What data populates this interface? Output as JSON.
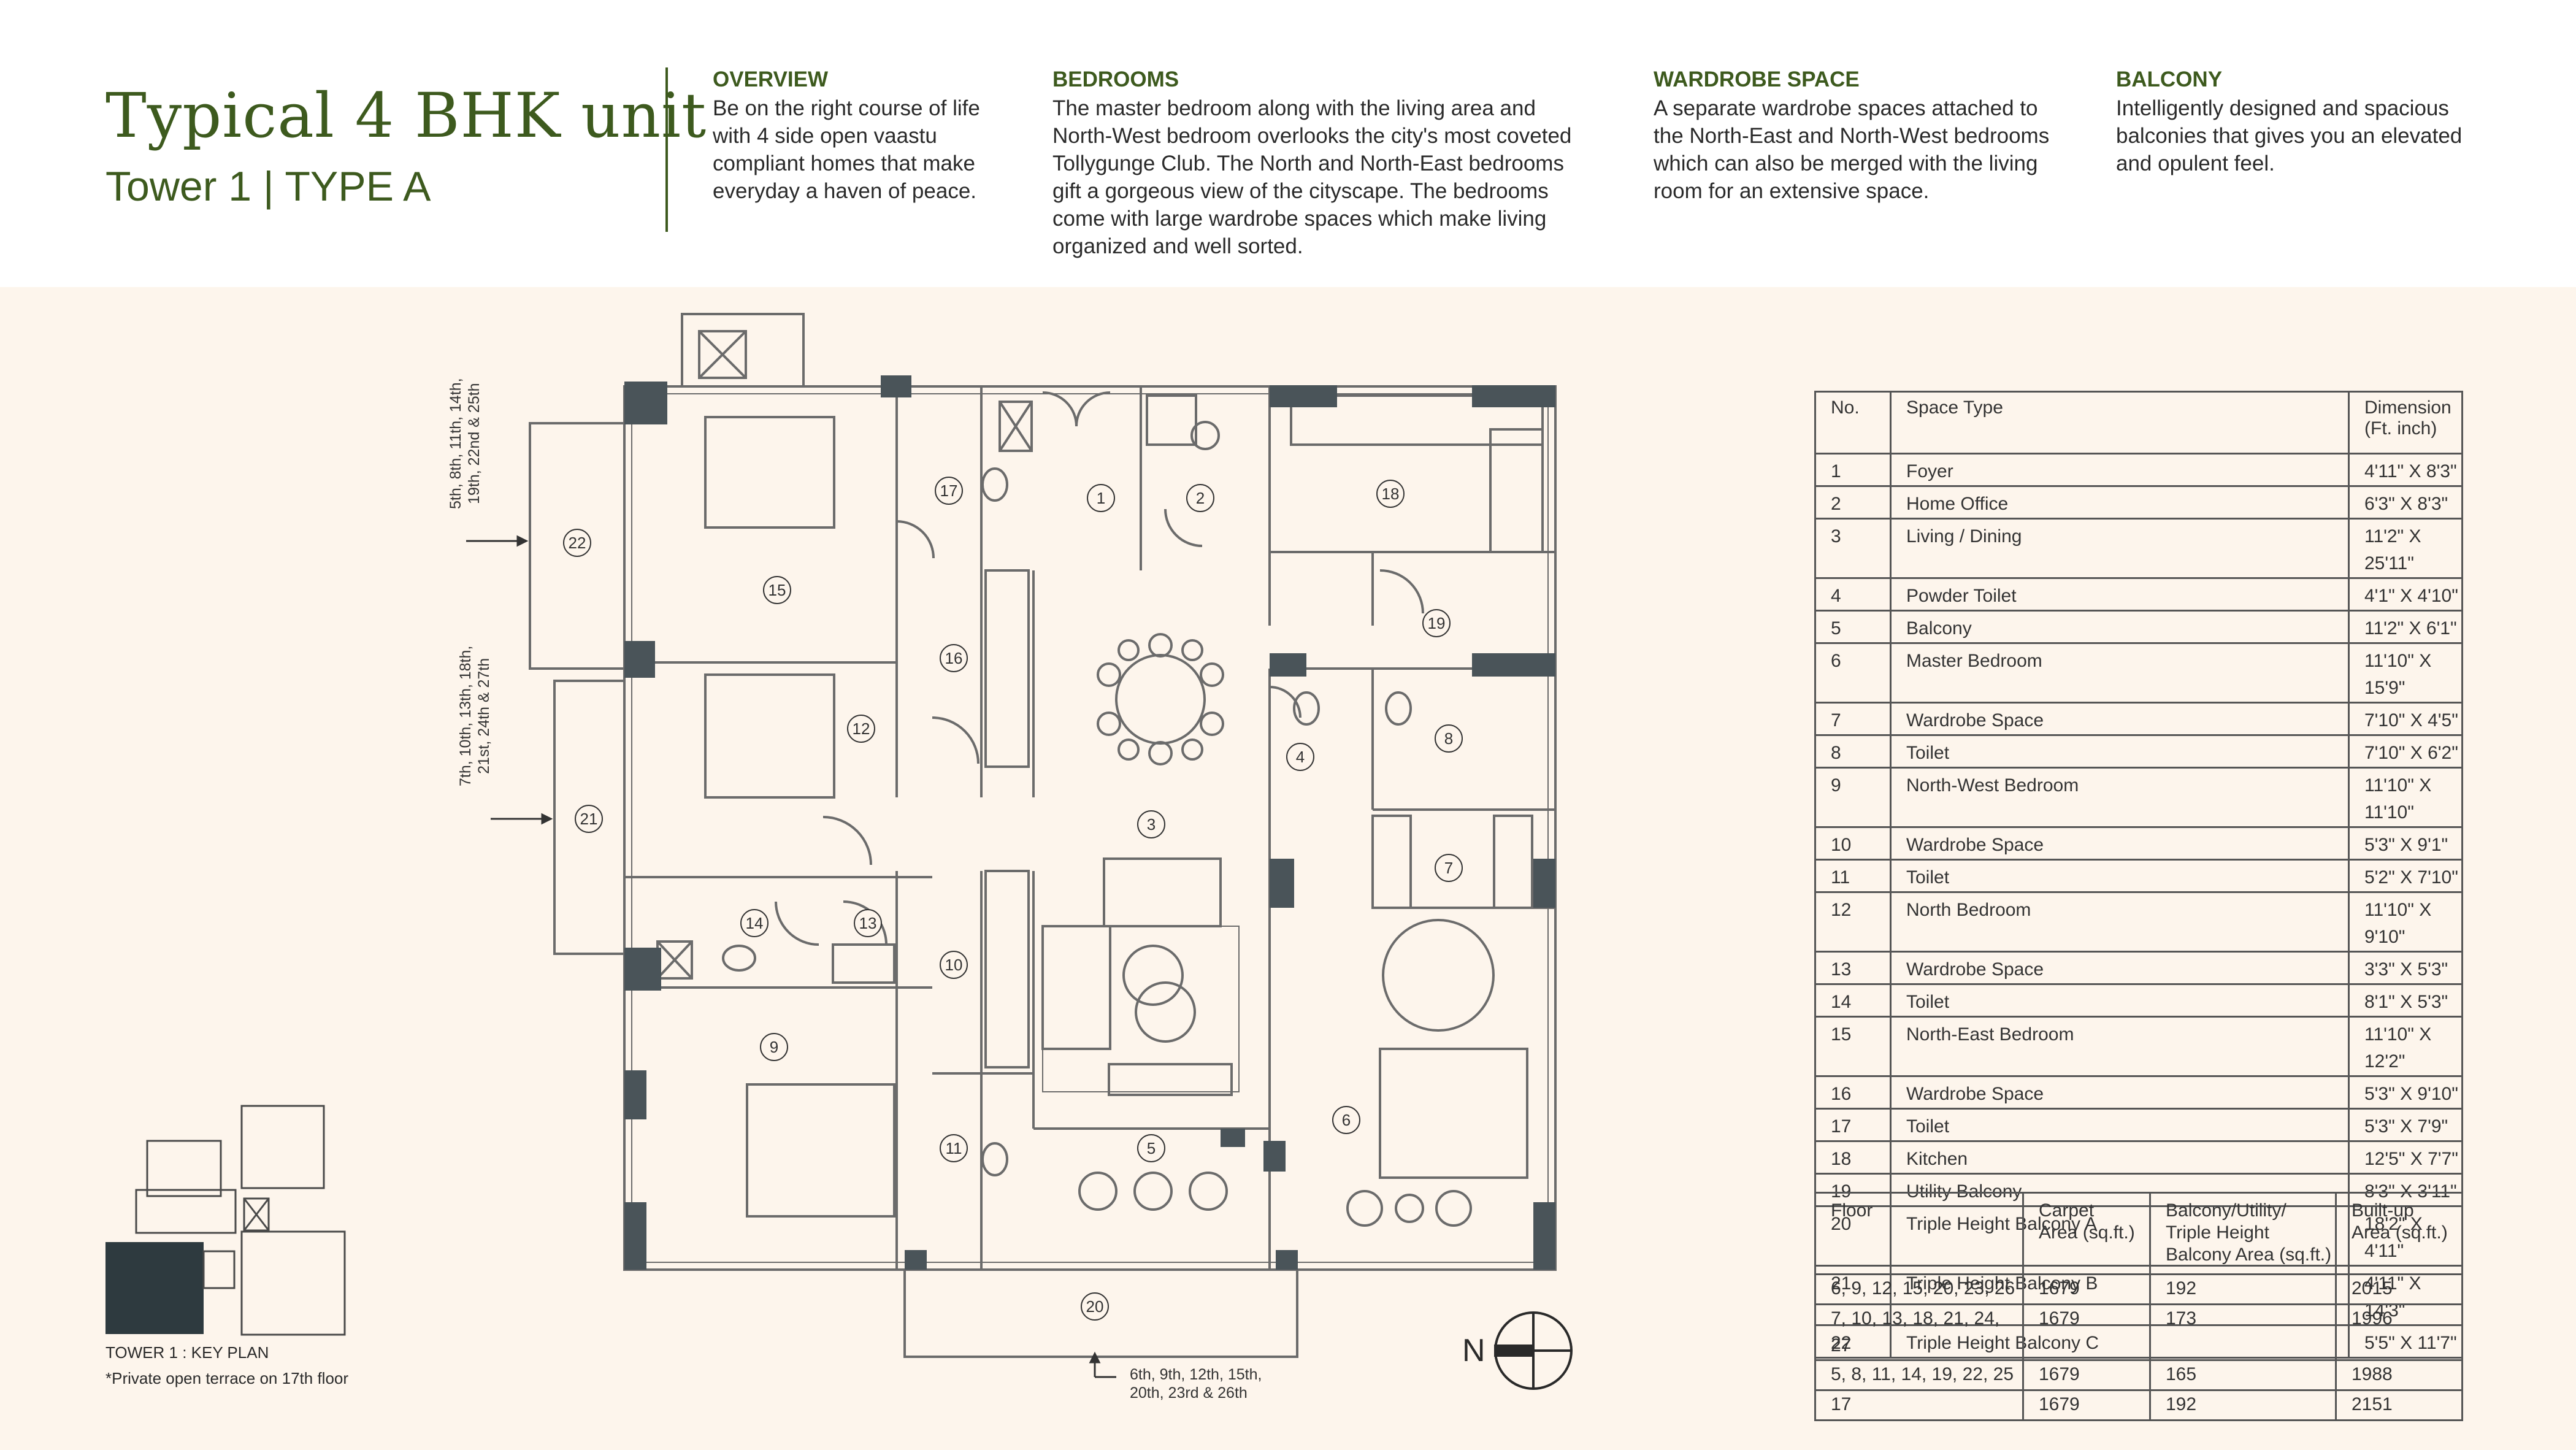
{
  "header": {
    "title": "Typical 4 BHK unit",
    "subtitle": "Tower 1 | TYPE A",
    "sections": [
      {
        "heading": "OVERVIEW",
        "lines": [
          "Be on the right course of life",
          "with 4 side open vaastu",
          "compliant homes that make",
          "everyday a haven of peace."
        ]
      },
      {
        "heading": "BEDROOMS",
        "lines": [
          "The master bedroom along with the living area and",
          "North-West bedroom overlooks the city's most coveted",
          "Tollygunge Club. The North and North-East bedrooms",
          "gift a gorgeous view of the cityscape. The bedrooms",
          "come with large wardrobe spaces which make living",
          "organized and well sorted."
        ]
      },
      {
        "heading": "WARDROBE SPACE",
        "lines": [
          "A separate wardrobe spaces attached to",
          "the North-East and North-West bedrooms",
          "which can also be merged with the living",
          "room for an extensive space."
        ]
      },
      {
        "heading": "BALCONY",
        "lines": [
          "Intelligently designed and spacious",
          "balconies that gives you an elevated",
          "and opulent feel."
        ]
      }
    ]
  },
  "plan": {
    "floor_note_22": [
      "5th, 8th, 11th, 14th,",
      "19th, 22nd & 25th"
    ],
    "floor_note_21": [
      "7th, 10th, 13th, 18th,",
      "21st, 24th & 27th"
    ],
    "floor_note_20": [
      "6th, 9th, 12th, 15th,",
      "20th, 23rd & 26th"
    ],
    "room_numbers": [
      "1",
      "2",
      "3",
      "4",
      "5",
      "6",
      "7",
      "8",
      "9",
      "10",
      "11",
      "12",
      "13",
      "14",
      "15",
      "16",
      "17",
      "18",
      "19",
      "20",
      "21",
      "22"
    ],
    "north_label": "N",
    "colors": {
      "wall": "#4a5459",
      "line": "#6b6b6b",
      "accent": "#3d5a1e",
      "background": "#fdf5ec"
    }
  },
  "keyplan": {
    "label": "TOWER 1 : KEY PLAN",
    "note": "*Private open terrace on 17th floor"
  },
  "spaces_table": {
    "headers": {
      "no": "No.",
      "space": "Space Type",
      "dimension_line1": "Dimension",
      "dimension_line2": "(Ft. inch)"
    },
    "rows": [
      [
        "1",
        "Foyer",
        "4'11\" X 8'3\""
      ],
      [
        "2",
        "Home Office",
        "6'3\" X 8'3\""
      ],
      [
        "3",
        "Living / Dining",
        "11'2\" X 25'11\""
      ],
      [
        "4",
        "Powder Toilet",
        "4'1\" X 4'10\""
      ],
      [
        "5",
        "Balcony",
        "11'2\" X 6'1\""
      ],
      [
        "6",
        "Master Bedroom",
        "11'10\" X 15'9\""
      ],
      [
        "7",
        "Wardrobe Space",
        "7'10\" X 4'5\""
      ],
      [
        "8",
        "Toilet",
        "7'10\" X 6'2\""
      ],
      [
        "9",
        "North-West Bedroom",
        "11'10\" X 11'10\""
      ],
      [
        "10",
        "Wardrobe Space",
        "5'3\" X 9'1\""
      ],
      [
        "11",
        "Toilet",
        "5'2\" X 7'10\""
      ],
      [
        "12",
        "North Bedroom",
        "11'10\" X 9'10\""
      ],
      [
        "13",
        "Wardrobe Space",
        "3'3\" X 5'3\""
      ],
      [
        "14",
        "Toilet",
        "8'1\" X 5'3\""
      ],
      [
        "15",
        "North-East Bedroom",
        "11'10\" X 12'2\""
      ],
      [
        "16",
        "Wardrobe Space",
        "5'3\" X 9'10\""
      ],
      [
        "17",
        "Toilet",
        "5'3\" X 7'9\""
      ],
      [
        "18",
        "Kitchen",
        "12'5\" X 7'7\""
      ],
      [
        "19",
        "Utility Balcony",
        "8'3\" X 3'11\""
      ],
      [
        "20",
        "Triple Height Balcony A",
        "18'2\" X 4'11\""
      ],
      [
        "21",
        "Triple Height Balcony B",
        "4'11\" X 14'3\""
      ],
      [
        "22",
        "Triple Height Balcony C",
        "5'5\" X 11'7\""
      ]
    ]
  },
  "area_table": {
    "headers": {
      "floor": "Floor",
      "carpet": [
        "Carpet",
        "Area (sq.ft.)"
      ],
      "balcony": [
        "Balcony/Utility/",
        "Triple Height",
        "Balcony Area (sq.ft.)"
      ],
      "builtup": [
        "Built-up",
        "Area (sq.ft.)"
      ]
    },
    "rows": [
      [
        "6, 9, 12, 15, 20, 23, 26",
        "1679",
        "192",
        "2015"
      ],
      [
        "7, 10, 13, 18, 21, 24, 27",
        "1679",
        "173",
        "1996"
      ],
      [
        "5, 8, 11, 14, 19, 22, 25",
        "1679",
        "165",
        "1988"
      ],
      [
        "17",
        "1679",
        "192",
        "2151"
      ]
    ]
  }
}
